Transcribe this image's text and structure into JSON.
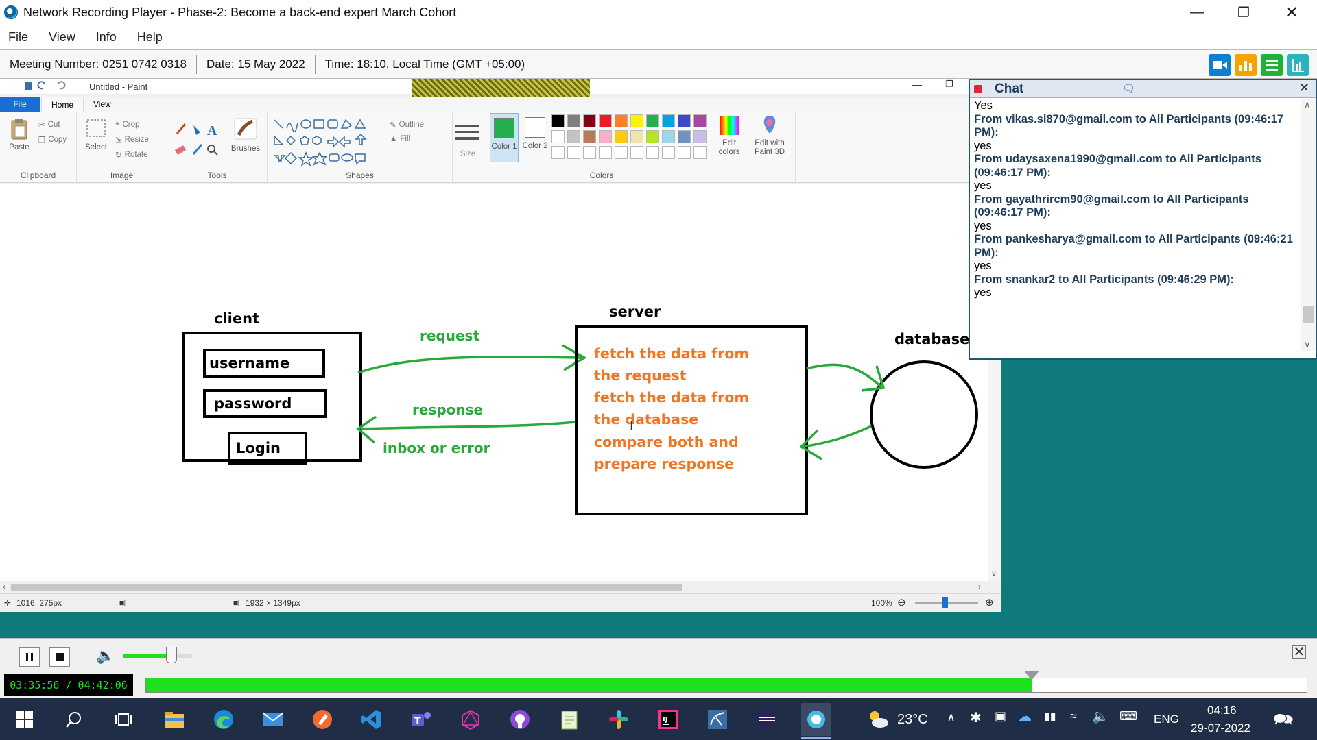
{
  "window": {
    "title": "Network Recording Player - Phase-2: Become a back-end expert March Cohort"
  },
  "menu": [
    "File",
    "View",
    "Info",
    "Help"
  ],
  "info": {
    "meeting": "Meeting Number: 0251 0742 0318",
    "date": "Date: 15 May 2022",
    "time": "Time: 18:10, Local Time (GMT +05:00)"
  },
  "paint": {
    "title": "Untitled - Paint",
    "tabs": [
      "File",
      "Home",
      "View"
    ],
    "groups": {
      "clipboard": "Clipboard",
      "image": "Image",
      "tools": "Tools",
      "shapes": "Shapes",
      "colors": "Colors"
    },
    "buttons": {
      "paste": "Paste",
      "cut": "Cut",
      "copy": "Copy",
      "select": "Select",
      "crop": "Crop",
      "resize": "Resize",
      "rotate": "Rotate",
      "brushes": "Brushes",
      "outline": "Outline",
      "fill": "Fill",
      "size": "Size",
      "color1": "Color 1",
      "color2": "Color 2",
      "edit_colors": "Edit colors",
      "edit_paint3d": "Edit with Paint 3D"
    },
    "palette": [
      "#000000",
      "#7f7f7f",
      "#880015",
      "#ed1c24",
      "#ff7f27",
      "#fff200",
      "#22b14c",
      "#00a2e8",
      "#3f48cc",
      "#a349a4",
      "#ffffff",
      "#c3c3c3",
      "#b97a57",
      "#ffaec9",
      "#ffc90e",
      "#efe4b0",
      "#b5e61d",
      "#99d9ea",
      "#7092be",
      "#c8bfe7"
    ],
    "color1": "#22b14c",
    "status": {
      "cursor": "1016, 275px",
      "size": "1932 × 1349px",
      "zoom": "100%"
    },
    "zoom_fraction": 0.48
  },
  "diagram": {
    "client": "client",
    "username": "username",
    "password": "password",
    "login": "Login",
    "request": "request",
    "response": "response",
    "inbox": "inbox or error",
    "server": "server",
    "server_lines": [
      "fetch the data from",
      "the request",
      "fetch the data from",
      "the database",
      "compare both and",
      "prepare response"
    ],
    "database": "database"
  },
  "chat": {
    "title": "Chat",
    "messages": [
      {
        "text": "Yes"
      },
      {
        "from": "From vikas.si870@gmail.com to All Participants (09:46:17 PM):",
        "text": "yes"
      },
      {
        "from": "From udaysaxena1990@gmail.com to All Participants (09:46:17 PM):",
        "text": "yes"
      },
      {
        "from": "From gayathrircm90@gmail.com to All Participants (09:46:17 PM):",
        "text": "yes"
      },
      {
        "from": "From pankesharya@gmail.com to All Participants (09:46:21 PM):",
        "text": "yes"
      },
      {
        "from": "From snankar2 to All Participants (09:46:29 PM):",
        "text": "yes"
      }
    ]
  },
  "player": {
    "time": "03:35:56 / 04:42:06",
    "progress": 0.763,
    "volume": 0.7
  },
  "taskbar": {
    "weather": "23°C",
    "lang": "ENG",
    "clock_time": "04:16",
    "clock_date": "29-07-2022"
  }
}
